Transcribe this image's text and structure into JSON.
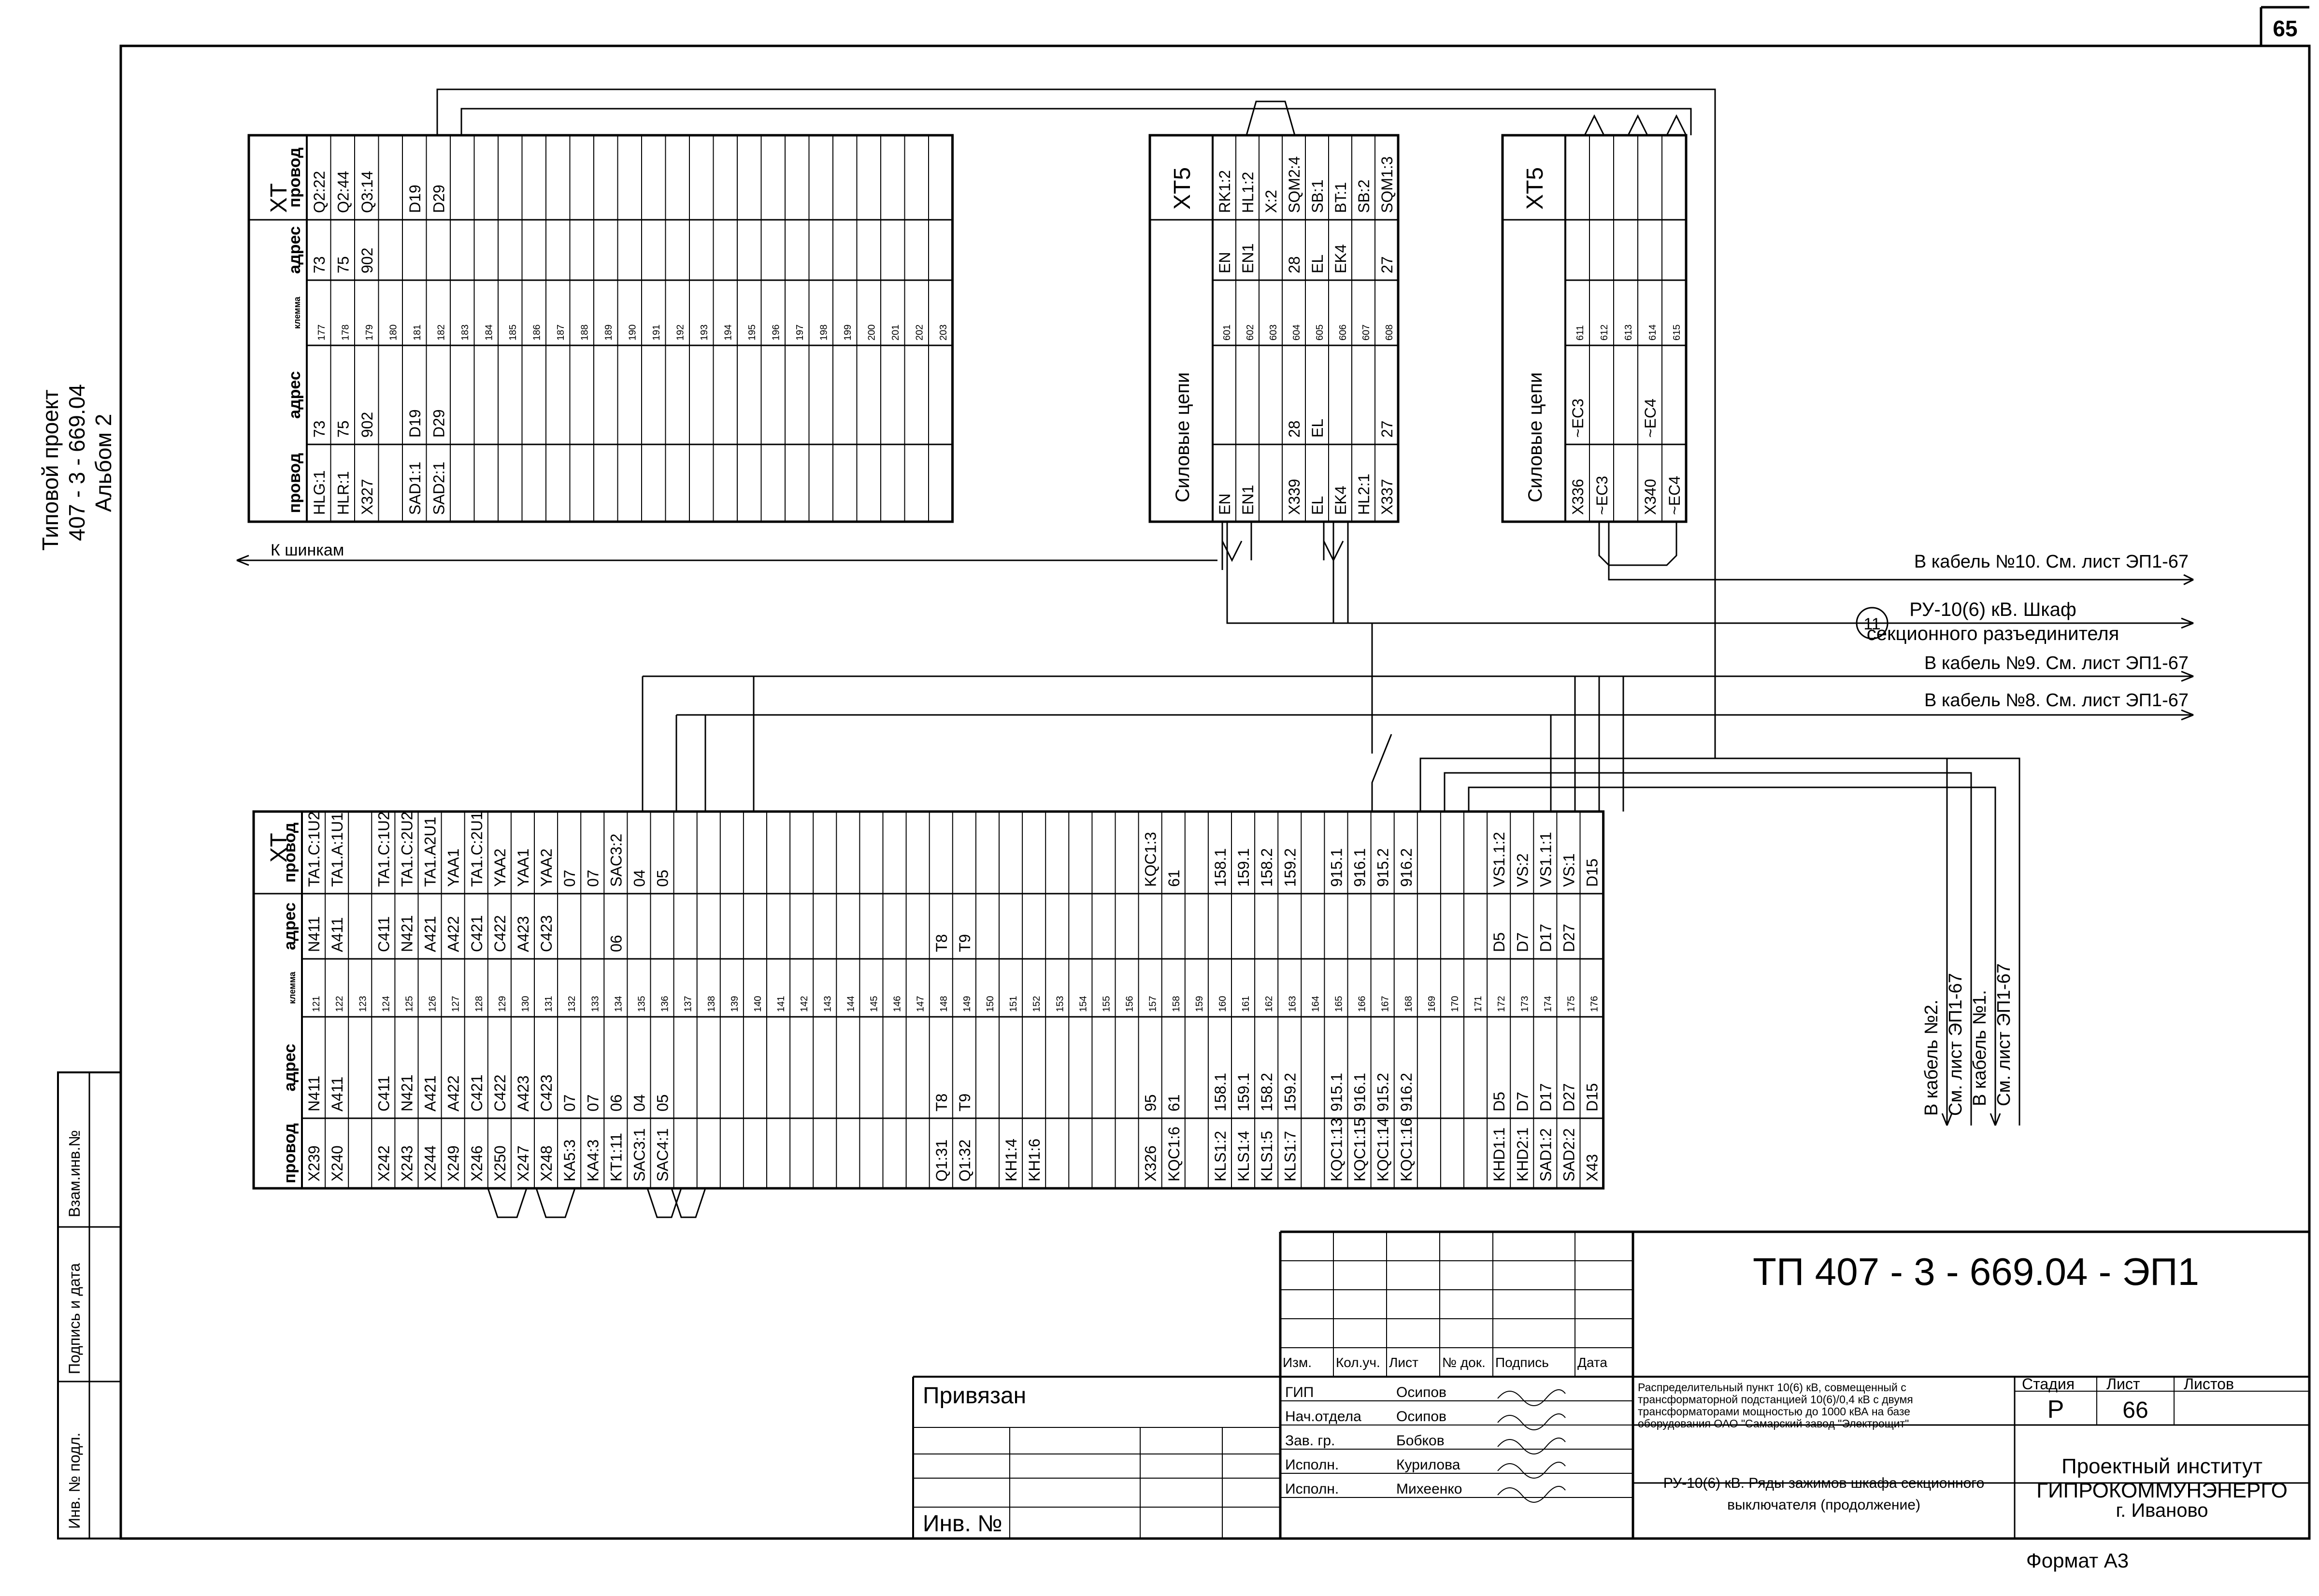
{
  "page_number": "65",
  "project_note": [
    "Типовой проект",
    "407 - 3 - 669.04",
    "Альбом 2"
  ],
  "side_stamp": [
    "Инв. № подл.",
    "Подпись и дата",
    "Взам.инв.№"
  ],
  "blocks": {
    "xt_top": {
      "title": "XT",
      "headers": [
        "провод",
        "адрес",
        "клемма",
        "адрес",
        "провод"
      ],
      "rows": [
        [
          "HLG:1",
          "73",
          "177",
          "73",
          "Q2:22"
        ],
        [
          "HLR:1",
          "75",
          "178",
          "75",
          "Q2:44"
        ],
        [
          "X327",
          "902",
          "179",
          "902",
          "Q3:14"
        ],
        [
          "",
          "",
          "180",
          "",
          ""
        ],
        [
          "SAD1:1",
          "D19",
          "181",
          "",
          "D19"
        ],
        [
          "SAD2:1",
          "D29",
          "182",
          "",
          "D29"
        ],
        [
          "",
          "",
          "183",
          "",
          ""
        ],
        [
          "",
          "",
          "184",
          "",
          ""
        ],
        [
          "",
          "",
          "185",
          "",
          ""
        ],
        [
          "",
          "",
          "186",
          "",
          ""
        ],
        [
          "",
          "",
          "187",
          "",
          ""
        ],
        [
          "",
          "",
          "188",
          "",
          ""
        ],
        [
          "",
          "",
          "189",
          "",
          ""
        ],
        [
          "",
          "",
          "190",
          "",
          ""
        ],
        [
          "",
          "",
          "191",
          "",
          ""
        ],
        [
          "",
          "",
          "192",
          "",
          ""
        ],
        [
          "",
          "",
          "193",
          "",
          ""
        ],
        [
          "",
          "",
          "194",
          "",
          ""
        ],
        [
          "",
          "",
          "195",
          "",
          ""
        ],
        [
          "",
          "",
          "196",
          "",
          ""
        ],
        [
          "",
          "",
          "197",
          "",
          ""
        ],
        [
          "",
          "",
          "198",
          "",
          ""
        ],
        [
          "",
          "",
          "199",
          "",
          ""
        ],
        [
          "",
          "",
          "200",
          "",
          ""
        ],
        [
          "",
          "",
          "201",
          "",
          ""
        ],
        [
          "",
          "",
          "202",
          "",
          ""
        ],
        [
          "",
          "",
          "203",
          "",
          ""
        ]
      ]
    },
    "xt5_a": {
      "title": "XT5",
      "group_label": "Силовые цепи",
      "rows": [
        [
          "EN",
          "",
          "601",
          "EN",
          "RK1:2"
        ],
        [
          "EN1",
          "",
          "602",
          "EN1",
          "HL1:2"
        ],
        [
          "",
          "",
          "603",
          "",
          "X:2"
        ],
        [
          "X339",
          "28",
          "604",
          "28",
          "SQM2:4"
        ],
        [
          "EL",
          "EL",
          "605",
          "EL",
          "SB:1"
        ],
        [
          "EK4",
          "",
          "606",
          "EK4",
          "BT:1"
        ],
        [
          "HL2:1",
          "",
          "607",
          "",
          "SB:2"
        ],
        [
          "X337",
          "27",
          "608",
          "27",
          "SQM1:3"
        ]
      ]
    },
    "xt5_b": {
      "title": "XT5",
      "group_label": "Силовые цепи",
      "rows": [
        [
          "X336",
          "~EC3",
          "611",
          "",
          ""
        ],
        [
          "~EC3",
          "",
          "612",
          "",
          ""
        ],
        [
          "",
          "",
          "613",
          "",
          ""
        ],
        [
          "X340",
          "~EC4",
          "614",
          "",
          ""
        ],
        [
          "~EC4",
          "",
          "615",
          "",
          ""
        ]
      ]
    },
    "xt_bottom": {
      "title": "XT",
      "headers": [
        "провод",
        "адрес",
        "клемма",
        "адрес",
        "провод"
      ],
      "rows": [
        [
          "X239",
          "N411",
          "121",
          "N411",
          "TA1.C:1U2"
        ],
        [
          "X240",
          "A411",
          "122",
          "A411",
          "TA1.A:1U1"
        ],
        [
          "",
          "",
          "123",
          "",
          ""
        ],
        [
          "X242",
          "C411",
          "124",
          "C411",
          "TA1.C:1U2"
        ],
        [
          "X243",
          "N421",
          "125",
          "N421",
          "TA1.C:2U2"
        ],
        [
          "X244",
          "A421",
          "126",
          "A421",
          "TA1.A2U1"
        ],
        [
          "X249",
          "A422",
          "127",
          "A422",
          "YAA1"
        ],
        [
          "X246",
          "C421",
          "128",
          "C421",
          "TA1.C:2U1"
        ],
        [
          "X250",
          "C422",
          "129",
          "C422",
          "YAA2"
        ],
        [
          "X247",
          "A423",
          "130",
          "A423",
          "YAA1"
        ],
        [
          "X248",
          "C423",
          "131",
          "C423",
          "YAA2"
        ],
        [
          "KA5:3",
          "07",
          "132",
          "",
          "07"
        ],
        [
          "KA4:3",
          "07",
          "133",
          "",
          "07"
        ],
        [
          "KT1:11",
          "06",
          "134",
          "06",
          "SAC3:2"
        ],
        [
          "SAC3:1",
          "04",
          "135",
          "",
          "04"
        ],
        [
          "SAC4:1",
          "05",
          "136",
          "",
          "05"
        ],
        [
          "",
          "",
          "137",
          "",
          ""
        ],
        [
          "",
          "",
          "138",
          "",
          ""
        ],
        [
          "",
          "",
          "139",
          "",
          ""
        ],
        [
          "",
          "",
          "140",
          "",
          ""
        ],
        [
          "",
          "",
          "141",
          "",
          ""
        ],
        [
          "",
          "",
          "142",
          "",
          ""
        ],
        [
          "",
          "",
          "143",
          "",
          ""
        ],
        [
          "",
          "",
          "144",
          "",
          ""
        ],
        [
          "",
          "",
          "145",
          "",
          ""
        ],
        [
          "",
          "",
          "146",
          "",
          ""
        ],
        [
          "",
          "",
          "147",
          "",
          ""
        ],
        [
          "Q1:31",
          "T8",
          "148",
          "T8",
          ""
        ],
        [
          "Q1:32",
          "T9",
          "149",
          "T9",
          ""
        ],
        [
          "",
          "",
          "150",
          "",
          ""
        ],
        [
          "KH1:4",
          "",
          "151",
          "",
          ""
        ],
        [
          "KH1:6",
          "",
          "152",
          "",
          ""
        ],
        [
          "",
          "",
          "153",
          "",
          ""
        ],
        [
          "",
          "",
          "154",
          "",
          ""
        ],
        [
          "",
          "",
          "155",
          "",
          ""
        ],
        [
          "",
          "",
          "156",
          "",
          ""
        ],
        [
          "X326",
          "95",
          "157",
          "",
          "KQC1:3"
        ],
        [
          "KQC1:6",
          "61",
          "158",
          "",
          "61"
        ],
        [
          "",
          "",
          "159",
          "",
          ""
        ],
        [
          "KLS1:2",
          "158.1",
          "160",
          "",
          "158.1"
        ],
        [
          "KLS1:4",
          "159.1",
          "161",
          "",
          "159.1"
        ],
        [
          "KLS1:5",
          "158.2",
          "162",
          "",
          "158.2"
        ],
        [
          "KLS1:7",
          "159.2",
          "163",
          "",
          "159.2"
        ],
        [
          "",
          "",
          "164",
          "",
          ""
        ],
        [
          "KQC1:13",
          "915.1",
          "165",
          "",
          "915.1"
        ],
        [
          "KQC1:15",
          "916.1",
          "166",
          "",
          "916.1"
        ],
        [
          "KQC1:14",
          "915.2",
          "167",
          "",
          "915.2"
        ],
        [
          "KQC1:16",
          "916.2",
          "168",
          "",
          "916.2"
        ],
        [
          "",
          "",
          "169",
          "",
          ""
        ],
        [
          "",
          "",
          "170",
          "",
          ""
        ],
        [
          "",
          "",
          "171",
          "",
          ""
        ],
        [
          "KHD1:1",
          "D5",
          "172",
          "D5",
          "VS1.1:2"
        ],
        [
          "KHD2:1",
          "D7",
          "173",
          "D7",
          "VS:2"
        ],
        [
          "SAD1:2",
          "D17",
          "174",
          "D17",
          "VS1.1:1"
        ],
        [
          "SAD2:2",
          "D27",
          "175",
          "D27",
          "VS:1"
        ],
        [
          "X43",
          "D15",
          "176",
          "",
          "D15"
        ]
      ]
    }
  },
  "labels": {
    "to_buses": "К шинкам",
    "cable10": "В кабель №10. См. лист ЭП1-67",
    "ru_circle": "11",
    "ru_line1": "РУ-10(6) кВ. Шкаф",
    "ru_line2": "секционного разъединителя",
    "cable9": "В кабель №9. См. лист ЭП1-67",
    "cable8": "В кабель №8. См. лист ЭП1-67",
    "cable2_a": "В кабель №2.",
    "cable2_b": "См. лист ЭП1-67",
    "cable1_a": "В кабель №1.",
    "cable1_b": "См. лист ЭП1-67"
  },
  "stamp": {
    "doc_code": "ТП 407 - 3 - 669.04 - ЭП1",
    "bound": "Привязан",
    "inv": "Инв. №",
    "col_headers": [
      "Изм.",
      "Кол.уч.",
      "Лист",
      "№ док.",
      "Подпись",
      "Дата"
    ],
    "roles": [
      {
        "role": "ГИП",
        "name": "Осипов"
      },
      {
        "role": "Нач.отдела",
        "name": "Осипов"
      },
      {
        "role": "Зав. гр.",
        "name": "Бобков"
      },
      {
        "role": "Исполн.",
        "name": "Курилова"
      },
      {
        "role": "Исполн.",
        "name": "Михеенко"
      }
    ],
    "description": [
      "Распределительный пункт 10(6) кВ, совмещенный с",
      "трансформаторной подстанцией 10(6)/0,4 кВ с двумя",
      "трансформаторами мощностью до 1000 кВА на базе",
      "оборудования ОАО \"Самарский завод \"Электрощит\""
    ],
    "sheet_title": [
      "РУ-10(6) кВ. Ряды зажимов шкафа секционного",
      "выключателя (продолжение)"
    ],
    "stage_label": "Стадия",
    "sheet_label": "Лист",
    "sheets_label": "Листов",
    "stage": "Р",
    "sheet": "66",
    "sheets": "",
    "org": [
      "Проектный институт",
      "ГИПРОКОММУНЭНЕРГО",
      "г. Иваново"
    ],
    "format": "Формат А3"
  }
}
